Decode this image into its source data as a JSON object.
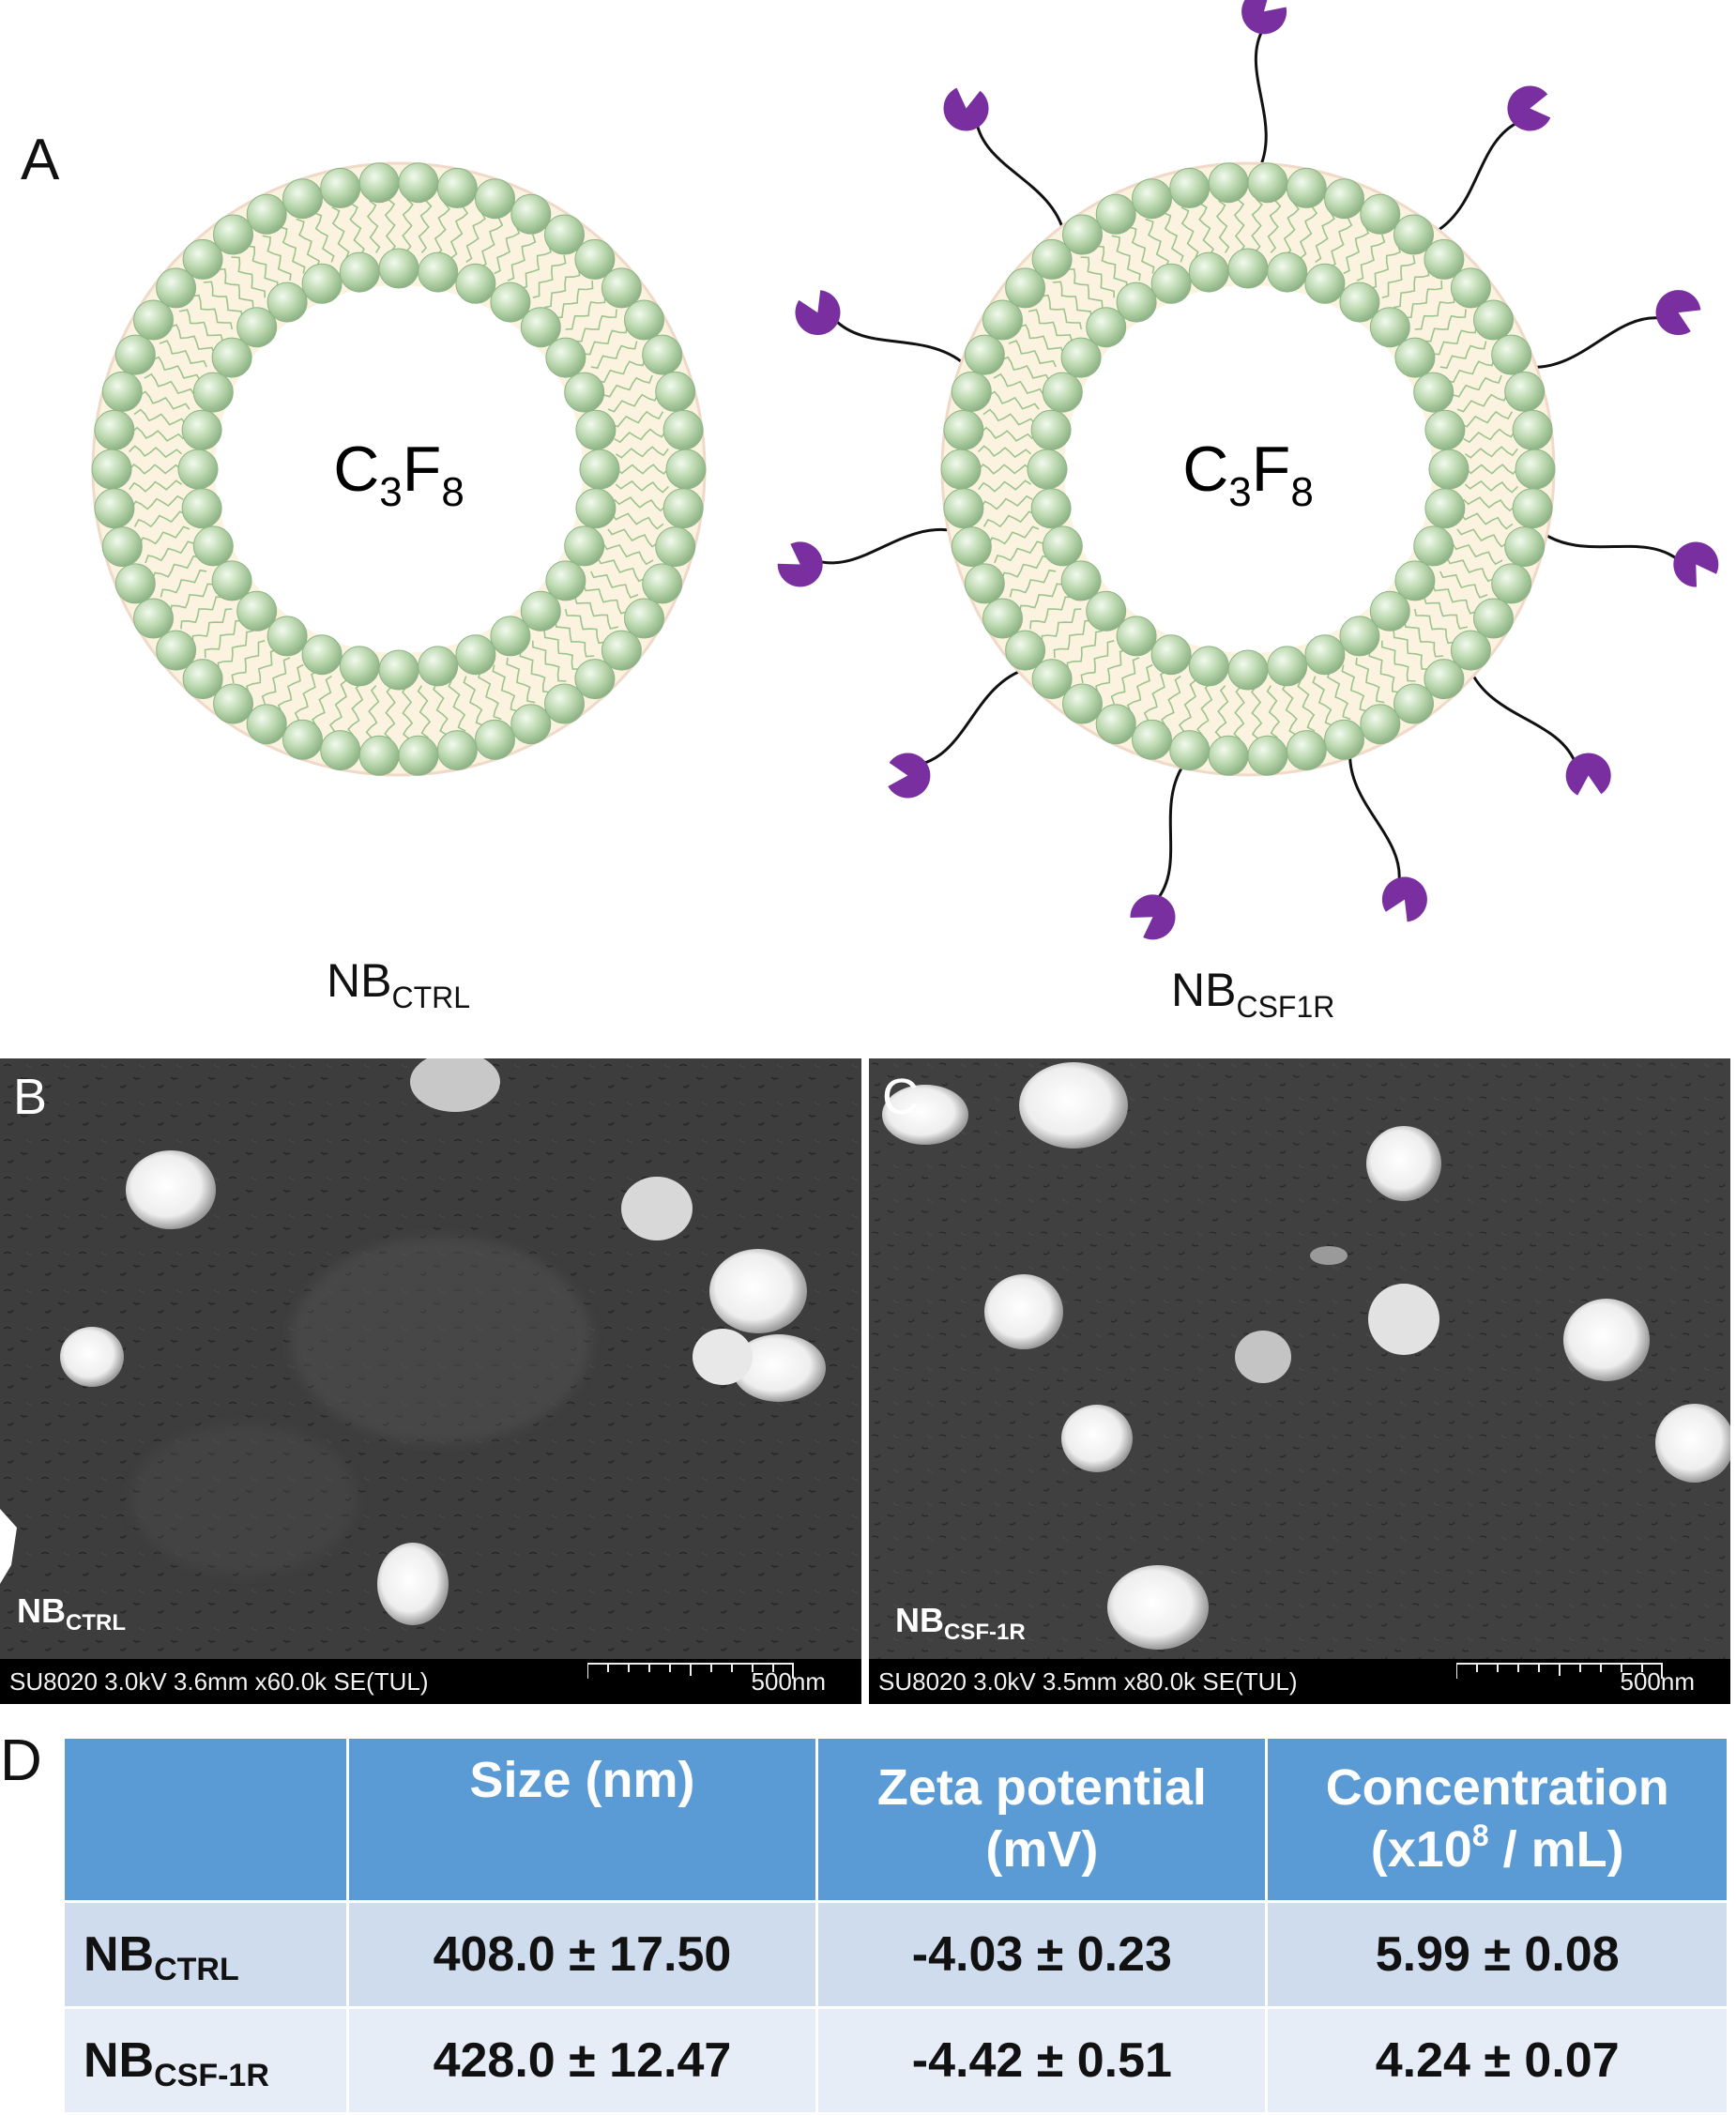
{
  "panel_labels": {
    "a": "A",
    "b": "B",
    "c": "C",
    "d": "D"
  },
  "vesicles": {
    "core_main": "C",
    "core_sub1": "3",
    "core_mid": "F",
    "core_sub2": "8",
    "ctrl": {
      "main": "NB",
      "sub": "CTRL"
    },
    "csf1r": {
      "main": "NB",
      "sub": "CSF1R"
    }
  },
  "sem": {
    "b": {
      "tag_main": "NB",
      "tag_sub": "CTRL",
      "meta": "SU8020 3.0kV 3.6mm x60.0k SE(TUL)",
      "scale": "500nm"
    },
    "c": {
      "tag_main": "NB",
      "tag_sub": "CSF-1R",
      "meta": "SU8020 3.0kV 3.5mm x80.0k SE(TUL)",
      "scale": "500nm"
    }
  },
  "table": {
    "headers": {
      "size": "Size (nm)",
      "zeta_line1": "Zeta potential",
      "zeta_line2": "(mV)",
      "conc_line1": "Concentration",
      "conc_pre": "(x10",
      "conc_sup": "8",
      "conc_post": " / mL)"
    },
    "rows": [
      {
        "name_main": "NB",
        "name_sub": "CTRL",
        "size": "408.0 ± 17.50",
        "zeta": "-4.03 ± 0.23",
        "conc": "5.99 ± 0.08"
      },
      {
        "name_main": "NB",
        "name_sub": "CSF-1R",
        "size": "428.0 ± 12.47",
        "zeta": "-4.42 ± 0.51",
        "conc": "4.24 ± 0.07"
      }
    ]
  },
  "colors": {
    "lipid_head": "#bcd8b0",
    "shell": "#fbf3df",
    "ligand": "#7a2fa0",
    "table_header": "#5b9bd5",
    "table_row1": "#cfdcee",
    "table_row2": "#e7edf6"
  }
}
